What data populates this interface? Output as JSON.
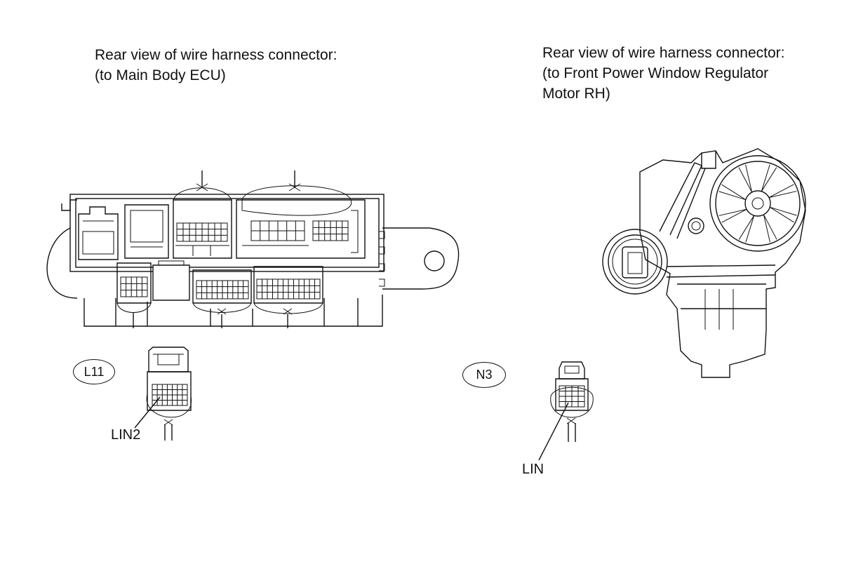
{
  "left_caption": {
    "line1": "Rear view of wire harness connector:",
    "line2": "(to Main Body ECU)"
  },
  "right_caption": {
    "line1": "Rear view of wire harness connector:",
    "line2": "(to Front Power Window Regulator",
    "line3": "Motor RH)"
  },
  "connectors": {
    "left_code": "L11",
    "right_code": "N3"
  },
  "pins": {
    "left": "LIN2",
    "right": "LIN"
  }
}
